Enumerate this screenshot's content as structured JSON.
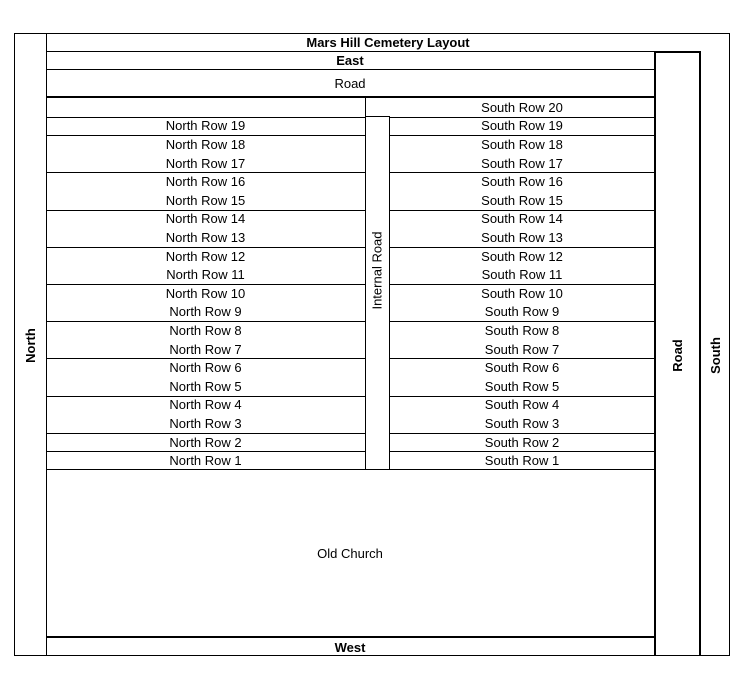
{
  "title": "Mars Hill Cemetery Layout",
  "east_label": "East",
  "top_road_label": "Road",
  "west_label": "West",
  "north_label": "North",
  "south_label": "South",
  "right_road_label": "Road",
  "internal_road_label": "Internal Road",
  "old_church_label": "Old Church",
  "north_rows": [
    "North Row 19",
    "North Row 18",
    "North Row 17",
    "North Row 16",
    "North Row 15",
    "North Row 14",
    "North Row 13",
    "North Row 12",
    "North Row 11",
    "North Row 10",
    "North Row 9",
    "North Row 8",
    "North Row 7",
    "North Row 6",
    "North Row 5",
    "North Row 4",
    "North Row 3",
    "North Row 2",
    "North Row 1"
  ],
  "south_rows": [
    "South Row 20",
    "South Row 19",
    "South Row 18",
    "South Row 17",
    "South Row 16",
    "South Row 15",
    "South Row 14",
    "South Row 13",
    "South Row 12",
    "South Row 11",
    "South Row 10",
    "South Row 9",
    "South Row 8",
    "South Row 7",
    "South Row 6",
    "South Row 5",
    "South Row 4",
    "South Row 3",
    "South Row 2",
    "South Row 1"
  ]
}
